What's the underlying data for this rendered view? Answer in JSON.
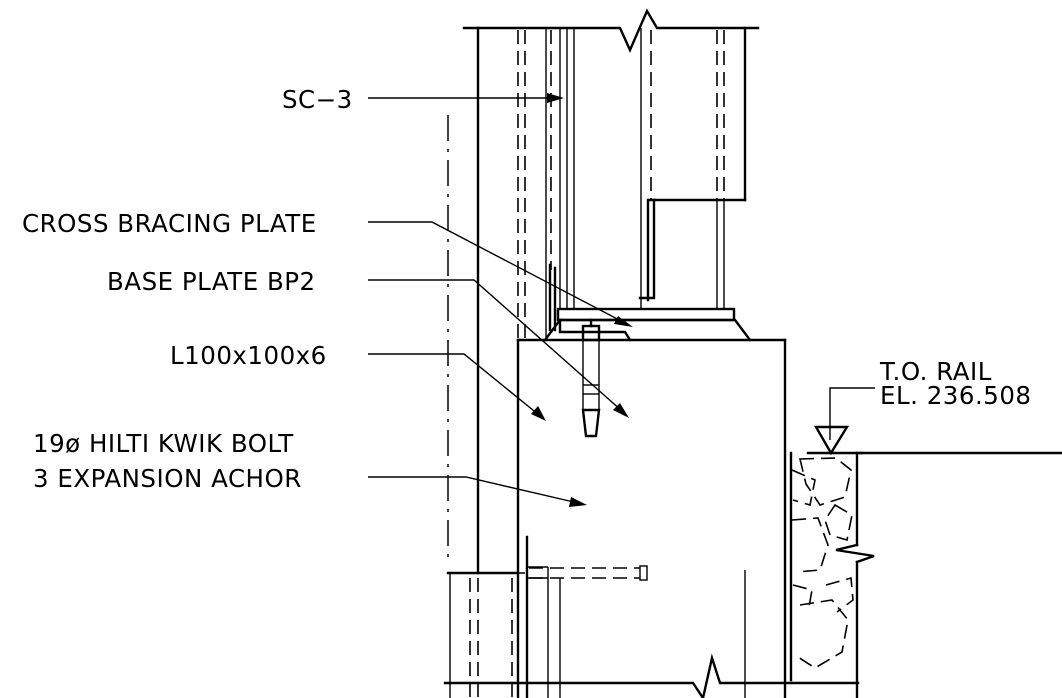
{
  "labels": {
    "sc3": "SC−3",
    "cross_bracing_plate": "CROSS BRACING PLATE",
    "base_plate": "BASE PLATE BP2",
    "angle": "L100x100x6",
    "anchor_line1": "19ø HILTI KWIK BOLT",
    "anchor_line2": "3 EXPANSION ACHOR",
    "rail_line1": "T.O. RAIL",
    "rail_line2": "EL. 236.508"
  },
  "icons": {
    "elevation_marker": "elevation-triangle-icon",
    "break_lines": "break-line-icon"
  }
}
